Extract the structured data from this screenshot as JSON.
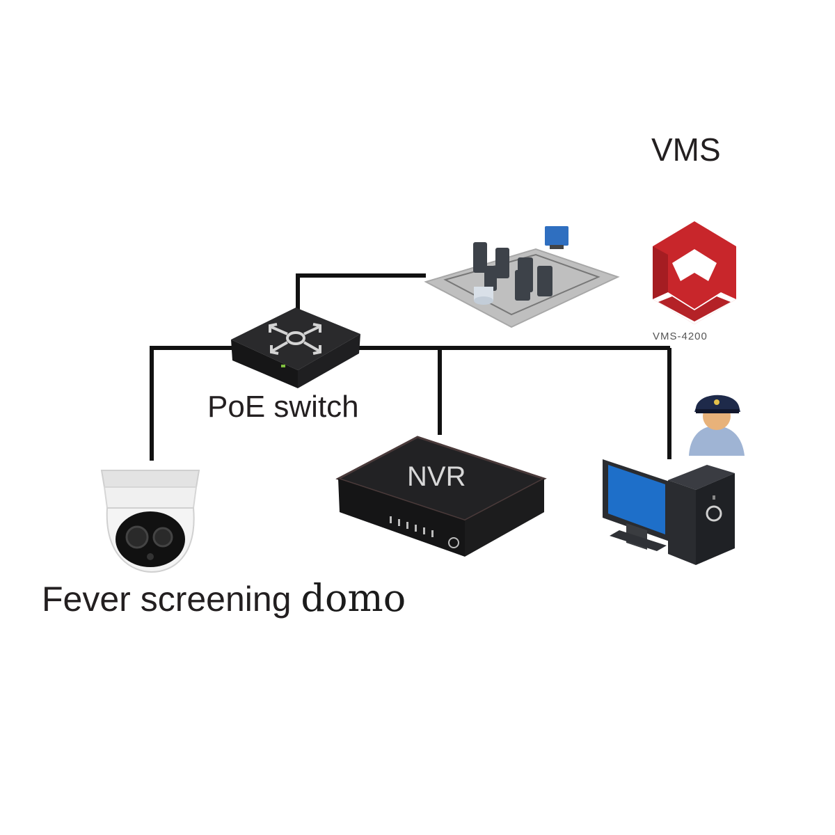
{
  "labels": {
    "vms": "VMS",
    "vms_model": "VMS-4200",
    "poe_switch": "PoE switch",
    "nvr": "NVR",
    "camera_main": "Fever screening",
    "camera_suffix": "domo"
  },
  "colors": {
    "line": "#111111",
    "device_dark": "#1c1c1e",
    "vms_red": "#c8262b",
    "monitor_blue": "#1e6fc9",
    "text": "#231f20"
  },
  "icons": [
    "vms-logo-icon",
    "poe-switch-icon",
    "server-room-icon",
    "nvr-icon",
    "fever-camera-icon",
    "operator-icon",
    "workstation-icon"
  ]
}
